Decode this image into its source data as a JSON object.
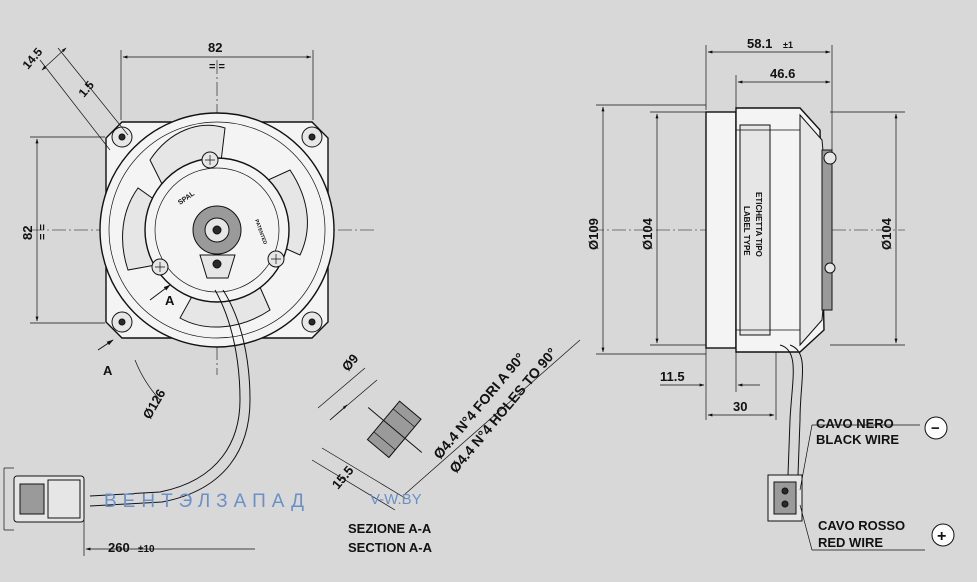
{
  "dims": {
    "d14_5": "14.5",
    "d1_5": "1.5",
    "d82_top": "82",
    "d82_side": "82",
    "d126": "Ø126",
    "d58_1": "58.1",
    "d58_1_tol": "±1",
    "d46_6": "46.6",
    "d109": "Ø109",
    "d104_a": "Ø104",
    "d104_b": "Ø104",
    "d11_5": "11.5",
    "d30": "30",
    "d260": "260",
    "d260_tol": "±10",
    "d9": "Ø9",
    "d15_5": "15.5"
  },
  "section_marks": {
    "a1": "A",
    "a2": "A"
  },
  "labels": {
    "holes_it": "Ø4.4 N°4 FORI A 90°",
    "holes_en": "Ø4.4 N°4 HOLES TO 90°",
    "section_it": "SEZIONE A-A",
    "section_en": "SECTION A-A",
    "label_type_it": "ETICHETTA TIPO",
    "label_type_en": "LABEL TYPE",
    "black_it": "CAVO NERO",
    "black_en": "BLACK WIRE",
    "red_it": "CAVO ROSSO",
    "red_en": "RED WIRE",
    "minus": "−",
    "plus": "+",
    "spal": "SPAL",
    "patented": "PATENTED"
  },
  "watermark": {
    "brand": "ВЕНТЭЛЗАПАД",
    "site": "V-W.BY"
  },
  "colors": {
    "background": "#d8d8d8",
    "line": "#111111",
    "watermark_blue": "#6a90c8"
  }
}
